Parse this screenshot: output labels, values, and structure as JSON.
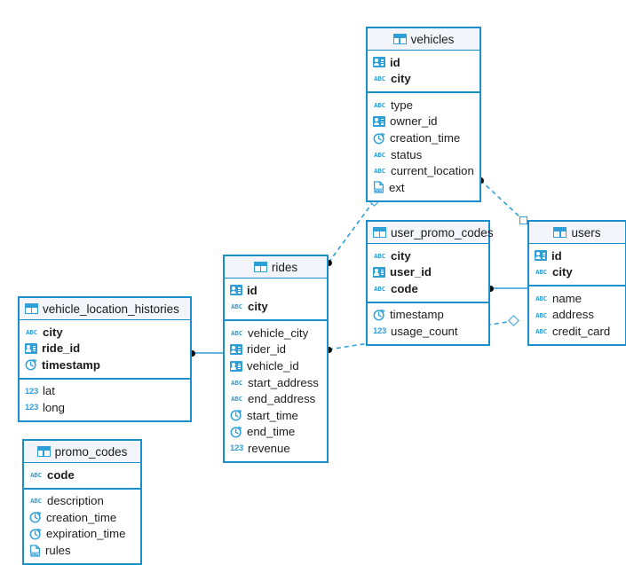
{
  "diagram": {
    "type": "entity-relationship-diagram",
    "accent_color": "#1b8fcd",
    "icon_color": "#2f9fd8",
    "header_bg": "#f3f5fb",
    "marker_color": "#0d0d0d",
    "link_color": "#2f9fd8"
  },
  "tables": [
    {
      "id": "vehicles",
      "name": "vehicles",
      "title_align": "center",
      "keys": [
        {
          "name": "id",
          "type_icon": "uuid-icon"
        },
        {
          "name": "city",
          "type_icon": "string-icon"
        }
      ],
      "fields": [
        {
          "name": "type",
          "type_icon": "string-icon"
        },
        {
          "name": "owner_id",
          "type_icon": "uuid-icon"
        },
        {
          "name": "creation_time",
          "type_icon": "timestamp-icon"
        },
        {
          "name": "status",
          "type_icon": "string-icon"
        },
        {
          "name": "current_location",
          "type_icon": "string-icon"
        },
        {
          "name": "ext",
          "type_icon": "json-icon"
        }
      ]
    },
    {
      "id": "user_promo_codes",
      "name": "user_promo_codes",
      "title_align": "left",
      "keys": [
        {
          "name": "city",
          "type_icon": "string-icon"
        },
        {
          "name": "user_id",
          "type_icon": "uuid-icon"
        },
        {
          "name": "code",
          "type_icon": "string-icon"
        }
      ],
      "fields": [
        {
          "name": "timestamp",
          "type_icon": "timestamp-icon"
        },
        {
          "name": "usage_count",
          "type_icon": "numeric-icon"
        }
      ]
    },
    {
      "id": "users",
      "name": "users",
      "title_align": "center",
      "keys": [
        {
          "name": "id",
          "type_icon": "uuid-icon"
        },
        {
          "name": "city",
          "type_icon": "string-icon"
        }
      ],
      "fields": [
        {
          "name": "name",
          "type_icon": "string-icon"
        },
        {
          "name": "address",
          "type_icon": "string-icon"
        },
        {
          "name": "credit_card",
          "type_icon": "string-icon"
        }
      ]
    },
    {
      "id": "rides",
      "name": "rides",
      "title_align": "center",
      "keys": [
        {
          "name": "id",
          "type_icon": "uuid-icon"
        },
        {
          "name": "city",
          "type_icon": "string-icon"
        }
      ],
      "fields": [
        {
          "name": "vehicle_city",
          "type_icon": "string-icon"
        },
        {
          "name": "rider_id",
          "type_icon": "uuid-icon"
        },
        {
          "name": "vehicle_id",
          "type_icon": "uuid-icon"
        },
        {
          "name": "start_address",
          "type_icon": "string-icon"
        },
        {
          "name": "end_address",
          "type_icon": "string-icon"
        },
        {
          "name": "start_time",
          "type_icon": "timestamp-icon"
        },
        {
          "name": "end_time",
          "type_icon": "timestamp-icon"
        },
        {
          "name": "revenue",
          "type_icon": "numeric-icon"
        }
      ]
    },
    {
      "id": "vehicle_location_histories",
      "name": "vehicle_location_histories",
      "title_align": "left",
      "keys": [
        {
          "name": "city",
          "type_icon": "string-icon"
        },
        {
          "name": "ride_id",
          "type_icon": "uuid-icon"
        },
        {
          "name": "timestamp",
          "type_icon": "timestamp-icon"
        }
      ],
      "fields": [
        {
          "name": "lat",
          "type_icon": "numeric-icon"
        },
        {
          "name": "long",
          "type_icon": "numeric-icon"
        }
      ]
    },
    {
      "id": "promo_codes",
      "name": "promo_codes",
      "title_align": "center",
      "keys": [
        {
          "name": "code",
          "type_icon": "string-icon"
        }
      ],
      "fields": [
        {
          "name": "description",
          "type_icon": "string-icon"
        },
        {
          "name": "creation_time",
          "type_icon": "timestamp-icon"
        },
        {
          "name": "expiration_time",
          "type_icon": "timestamp-icon"
        },
        {
          "name": "rules",
          "type_icon": "json-icon"
        }
      ]
    }
  ],
  "relationships": [
    {
      "id": "rides-to-vehicles",
      "from": "rides",
      "to": "vehicles",
      "style": "dashed"
    },
    {
      "id": "vehicles-to-users",
      "from": "vehicles",
      "to": "users",
      "style": "dashed"
    },
    {
      "id": "rides-to-users",
      "from": "rides",
      "to": "users",
      "style": "dashed"
    },
    {
      "id": "user-promo-codes-to-users",
      "from": "user_promo_codes",
      "to": "users",
      "style": "solid"
    },
    {
      "id": "vehicle-location-histories-to-rides",
      "from": "vehicle_location_histories",
      "to": "rides",
      "style": "solid"
    }
  ]
}
